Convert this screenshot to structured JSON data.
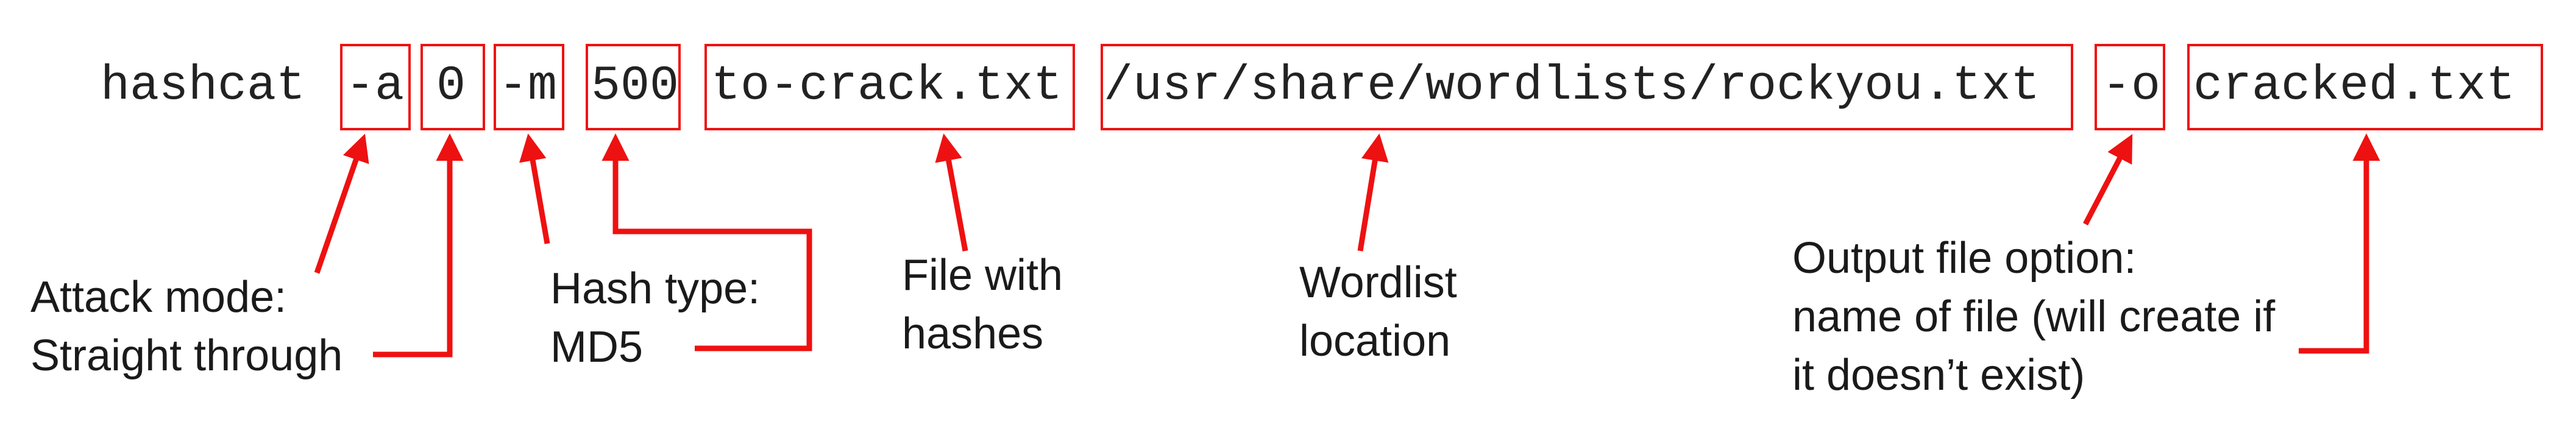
{
  "command": {
    "program": "hashcat",
    "attack_flag": "-a",
    "attack_value": "0",
    "hash_flag": "-m",
    "hash_value": "500",
    "hash_file": "to-crack.txt",
    "wordlist": "/usr/share/wordlists/rockyou.txt",
    "output_flag": "-o",
    "output_file": "cracked.txt"
  },
  "annotations": {
    "attack_mode": [
      "Attack mode:",
      "Straight through"
    ],
    "hash_type": [
      "Hash type:",
      "MD5"
    ],
    "hash_file": [
      "File with",
      "hashes"
    ],
    "wordlist": [
      "Wordlist",
      "location"
    ],
    "output": [
      "Output file option:",
      "name of file (will create if",
      "it doesn’t exist)"
    ]
  },
  "colors": {
    "highlight": "#ee1111",
    "text": "#222222"
  }
}
